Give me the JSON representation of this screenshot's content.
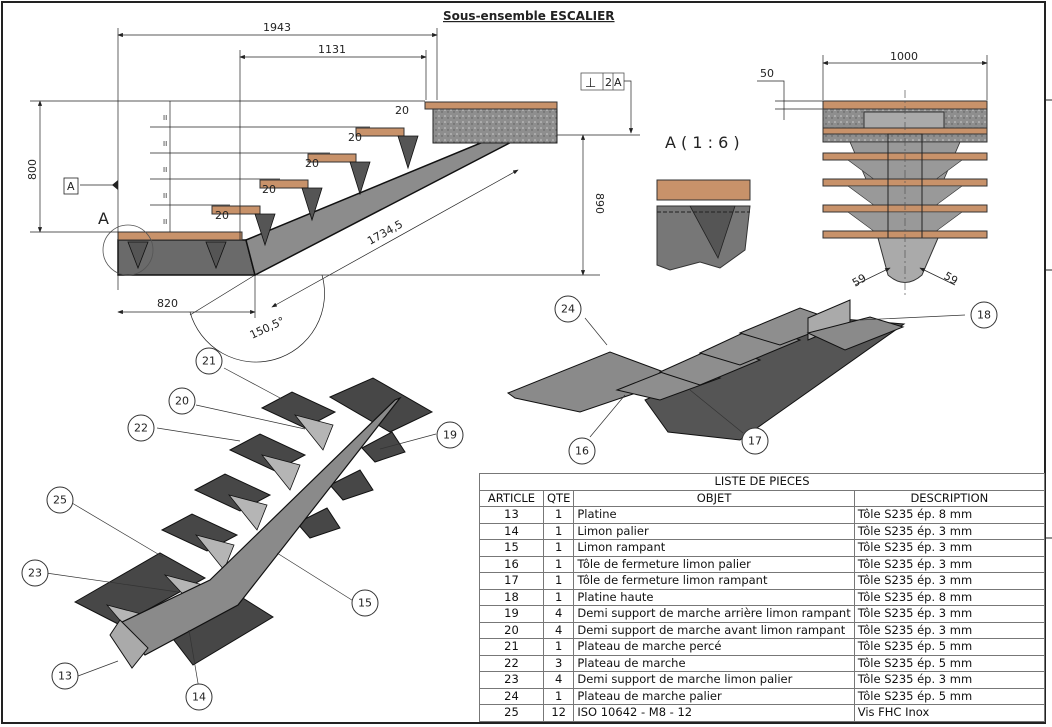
{
  "drawing": {
    "title": "Sous-ensemble ESCALIER",
    "colors": {
      "wood": "#c8926a",
      "steel_dark": "#4a4a4a",
      "steel_mid": "#8a8a8a",
      "steel_light": "#b8b8b8",
      "concrete": "#9a9a9a",
      "line": "#222222"
    },
    "side_view": {
      "dims": {
        "total_length": "1943",
        "flight_length": "1131",
        "height_left": "800",
        "height_right": "890",
        "landing_length": "820",
        "stringer_length": "1734,5",
        "angle": "150,5°",
        "nosing": [
          "20",
          "20",
          "20",
          "20",
          "20"
        ],
        "equal_marks": [
          "II",
          "II",
          "II",
          "II",
          "II"
        ]
      },
      "datum_label": "A",
      "detail_label": "A",
      "tolerance_frame": {
        "symbol": "⊥",
        "value": "2",
        "datum": "A"
      }
    },
    "detail_view": {
      "label": "A ( 1 : 6 )"
    },
    "front_view": {
      "dims": {
        "width": "1000",
        "thickness": "50",
        "angle_left": "59",
        "angle_right": "59"
      }
    },
    "balloons_exploded": [
      "21",
      "20",
      "22",
      "19",
      "25",
      "23",
      "15",
      "13",
      "14"
    ],
    "balloons_iso": [
      "24",
      "18",
      "16",
      "17"
    ]
  },
  "parts_list": {
    "caption": "LISTE DE PIECES",
    "headers": [
      "ARTICLE",
      "QTE",
      "OBJET",
      "DESCRIPTION"
    ],
    "rows": [
      [
        "13",
        "1",
        "Platine",
        "Tôle S235 ép. 8 mm"
      ],
      [
        "14",
        "1",
        "Limon palier",
        "Tôle S235 ép. 3 mm"
      ],
      [
        "15",
        "1",
        "Limon rampant",
        "Tôle S235 ép. 3 mm"
      ],
      [
        "16",
        "1",
        "Tôle de fermeture limon palier",
        "Tôle S235 ép. 3 mm"
      ],
      [
        "17",
        "1",
        "Tôle de fermeture limon rampant",
        "Tôle S235 ép. 3 mm"
      ],
      [
        "18",
        "1",
        "Platine haute",
        "Tôle S235 ép. 8 mm"
      ],
      [
        "19",
        "4",
        "Demi support de marche arrière limon rampant",
        "Tôle S235 ép. 3 mm"
      ],
      [
        "20",
        "4",
        "Demi support de marche avant limon rampant",
        "Tôle S235 ép. 3 mm"
      ],
      [
        "21",
        "1",
        "Plateau de marche percé",
        "Tôle S235 ép. 5 mm"
      ],
      [
        "22",
        "3",
        "Plateau de marche",
        "Tôle S235 ép. 5 mm"
      ],
      [
        "23",
        "4",
        "Demi support de marche limon palier",
        "Tôle S235 ép. 3 mm"
      ],
      [
        "24",
        "1",
        "Plateau de marche palier",
        "Tôle S235 ép. 5 mm"
      ],
      [
        "25",
        "12",
        "ISO 10642 - M8 - 12",
        "Vis FHC Inox"
      ]
    ]
  }
}
